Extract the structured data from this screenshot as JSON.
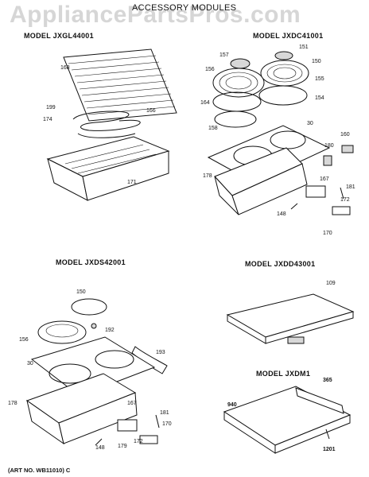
{
  "watermark": "AppliancePartsPros.com",
  "title": "ACCESSORY MODULES",
  "art_number": "(ART NO. WB11010) C",
  "modules": [
    {
      "model": "MODEL JXGL44001",
      "parts": [
        "168",
        "199",
        "174",
        "166",
        "171"
      ]
    },
    {
      "model": "MODEL JXDC41001",
      "parts": [
        "157",
        "151",
        "156",
        "150",
        "155",
        "164",
        "154",
        "158",
        "30",
        "160",
        "180",
        "178",
        "167",
        "181",
        "172",
        "148",
        "170"
      ]
    },
    {
      "model": "MODEL JXDS42001",
      "parts": [
        "150",
        "156",
        "192",
        "193",
        "30",
        "178",
        "167",
        "181",
        "170",
        "148",
        "179",
        "172"
      ]
    },
    {
      "model": "MODEL JXDD43001",
      "parts": [
        "109"
      ]
    },
    {
      "model": "MODEL JXDM1",
      "parts": [
        "365",
        "940",
        "1201"
      ]
    }
  ]
}
